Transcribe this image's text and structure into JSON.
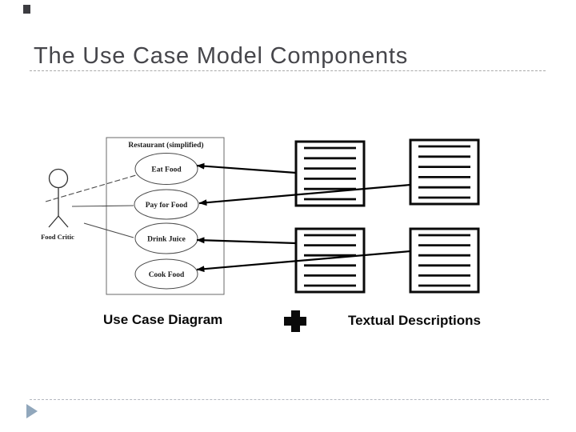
{
  "title": "The Use Case Model Components",
  "diagram": {
    "actor_label": "Food Critic",
    "system_label": "Restaurant (simplified)",
    "use_cases": [
      "Eat Food",
      "Pay for Food",
      "Drink Juice",
      "Cook Food"
    ],
    "document_icons": 4
  },
  "footer": {
    "left_label": "Use Case Diagram",
    "plus_icon": "plus",
    "right_label": "Textual Descriptions"
  },
  "colors": {
    "title_text": "#46464b",
    "divider_dash": "#a9a9a9",
    "accent_triangle": "#91a7bc",
    "diagram_ink": "#0a0a0a"
  }
}
